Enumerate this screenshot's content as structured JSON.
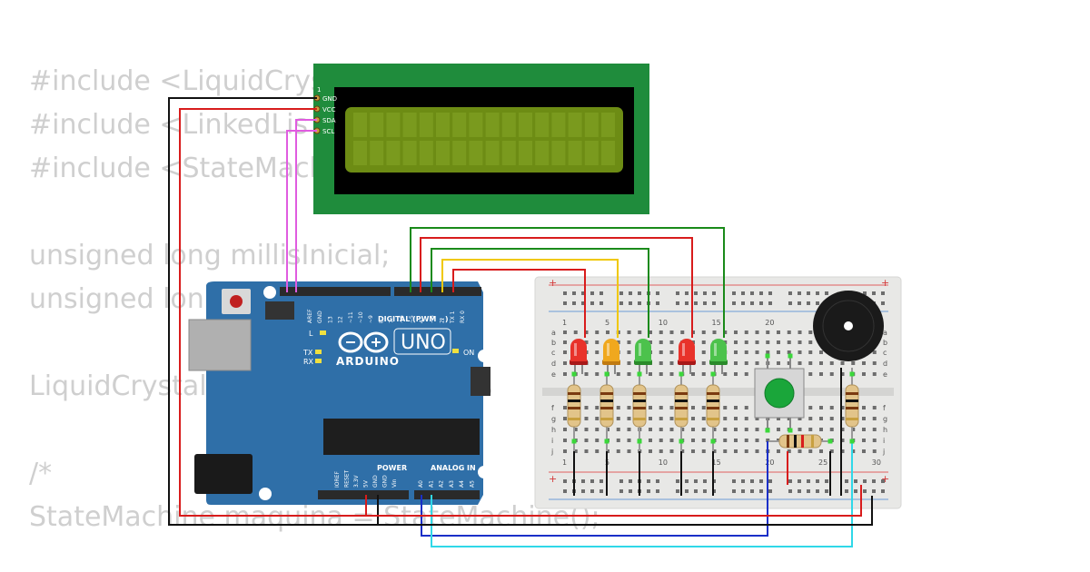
{
  "code_lines": [
    "#include <LiquidCrys",
    "#include <LinkedLis",
    "#include <StateMach",
    "",
    "unsigned long millisInicial;",
    "unsigned lon",
    "",
    "LiquidCrystal                          Crys",
    "",
    "/*",
    "StateMachine maquina = StateMachine();"
  ],
  "lcd": {
    "pins": [
      "GND",
      "VCC",
      "SDA",
      "SCL"
    ],
    "pin_number": "1",
    "board_color": "#1f8c3c",
    "screen_color": "#6d8c14"
  },
  "arduino": {
    "brand": "ARDUINO",
    "model": "UNO",
    "digital_header": "DIGITAL (PWM ~)",
    "digital_pins": [
      "AREF",
      "GND",
      "13",
      "12",
      "~11",
      "~10",
      "~9",
      "8",
      "7",
      "~6",
      "~5",
      "4",
      "~3",
      "2",
      "TX 1",
      "RX 0"
    ],
    "power_header": "POWER",
    "power_pins": [
      "IOREF",
      "RESET",
      "3.3V",
      "5V",
      "GND",
      "GND",
      "Vin"
    ],
    "analog_header": "ANALOG IN",
    "analog_pins": [
      "A0",
      "A1",
      "A2",
      "A3",
      "A4",
      "A5"
    ],
    "led_labels": [
      "L",
      "TX",
      "RX"
    ],
    "on_label": "ON",
    "board_color": "#2f6fa8"
  },
  "breadboard": {
    "column_numbers": [
      "1",
      "5",
      "10",
      "15",
      "20",
      "25",
      "30"
    ],
    "row_letters_top": [
      "a",
      "b",
      "c",
      "d",
      "e"
    ],
    "row_letters_bottom": [
      "f",
      "g",
      "h",
      "i",
      "j"
    ],
    "plus_sign": "+"
  },
  "components": {
    "leds": [
      {
        "color": "red"
      },
      {
        "color": "yellow"
      },
      {
        "color": "green"
      },
      {
        "color": "red"
      },
      {
        "color": "green"
      }
    ],
    "button_color": "#1aa63a",
    "buzzer_color": "#1a1a1a"
  },
  "wire_colors": {
    "black": "#111111",
    "red": "#d81c1c",
    "magenta": "#e05ce0",
    "green": "#1a8a1a",
    "yellow": "#f0c800",
    "blue": "#1a2fc8",
    "cyan": "#30d8e8"
  }
}
